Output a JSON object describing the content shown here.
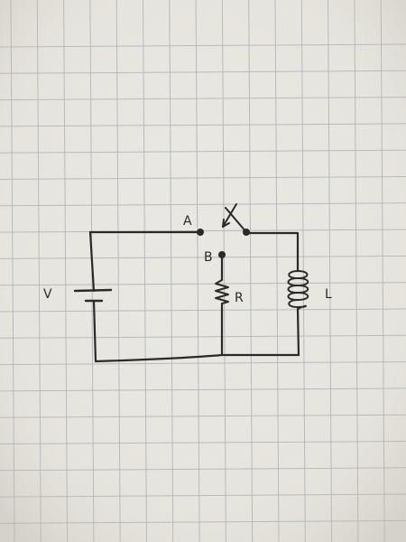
{
  "diagram": {
    "labels": {
      "V": "V",
      "A": "A",
      "B": "B",
      "R": "R",
      "L": "L"
    },
    "colors": {
      "paper": "#e9e7e1",
      "grid": "#9fa8b4",
      "ink": "#2b2a28"
    }
  }
}
